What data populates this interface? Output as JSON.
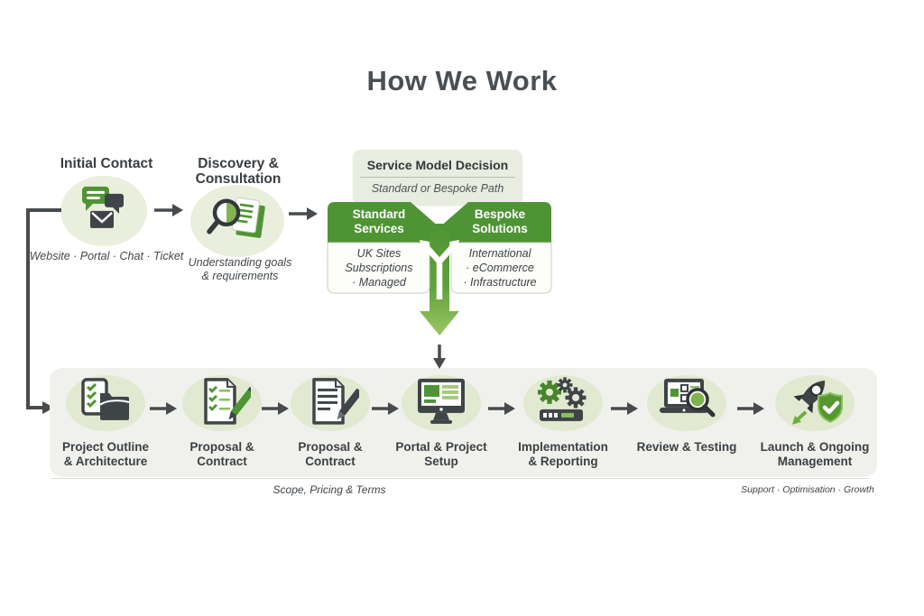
{
  "title": "How We Work",
  "colors": {
    "green": "#4f9434",
    "green_light": "#8cbf5e",
    "dark": "#3f4447",
    "band_bg": "#f0f1ec",
    "bubble_bg": "#e1e9d1",
    "panel_bg": "#e9ece0"
  },
  "top_flow": {
    "steps": [
      {
        "icon": "chat-envelope-icon",
        "label": "Initial Contact",
        "caption": "Website · Portal · Chat · Ticket"
      },
      {
        "icon": "magnifier-document-icon",
        "label": [
          "Discovery &",
          "Consultation"
        ],
        "caption": [
          "Understanding goals",
          "& requirements"
        ]
      }
    ]
  },
  "decision": {
    "title": "Service Model Decision",
    "subtitle": "Standard or Bespoke Path",
    "branches": [
      {
        "title": [
          "Standard",
          "Services"
        ],
        "items": [
          "UK Sites",
          "Subscriptions",
          "· Managed"
        ]
      },
      {
        "title": [
          "Bespoke",
          "Solutions"
        ],
        "items": [
          "International",
          "· eCommerce",
          "· Infrastructure"
        ]
      }
    ]
  },
  "bottom_flow": {
    "steps": [
      {
        "icon": "checklist-folder-icon",
        "label": [
          "Project Outline",
          "& Architecture"
        ]
      },
      {
        "icon": "checklist-pencil-icon",
        "label": [
          "Proposal &",
          "Contract"
        ]
      },
      {
        "icon": "document-pencil-icon",
        "label": [
          "Proposal &",
          "Contract"
        ]
      },
      {
        "icon": "monitor-icon",
        "label": [
          "Portal & Project",
          "Setup"
        ]
      },
      {
        "icon": "gears-server-icon",
        "label": [
          "Implementation",
          "& Reporting"
        ]
      },
      {
        "icon": "laptop-magnifier-icon",
        "label": [
          "Review & Testing"
        ]
      },
      {
        "icon": "rocket-shield-icon",
        "label": [
          "Launch & Ongoing",
          "Management"
        ]
      }
    ],
    "footnote_left": "Scope, Pricing & Terms",
    "footnote_right": "Support · Optimisation · Growth"
  }
}
